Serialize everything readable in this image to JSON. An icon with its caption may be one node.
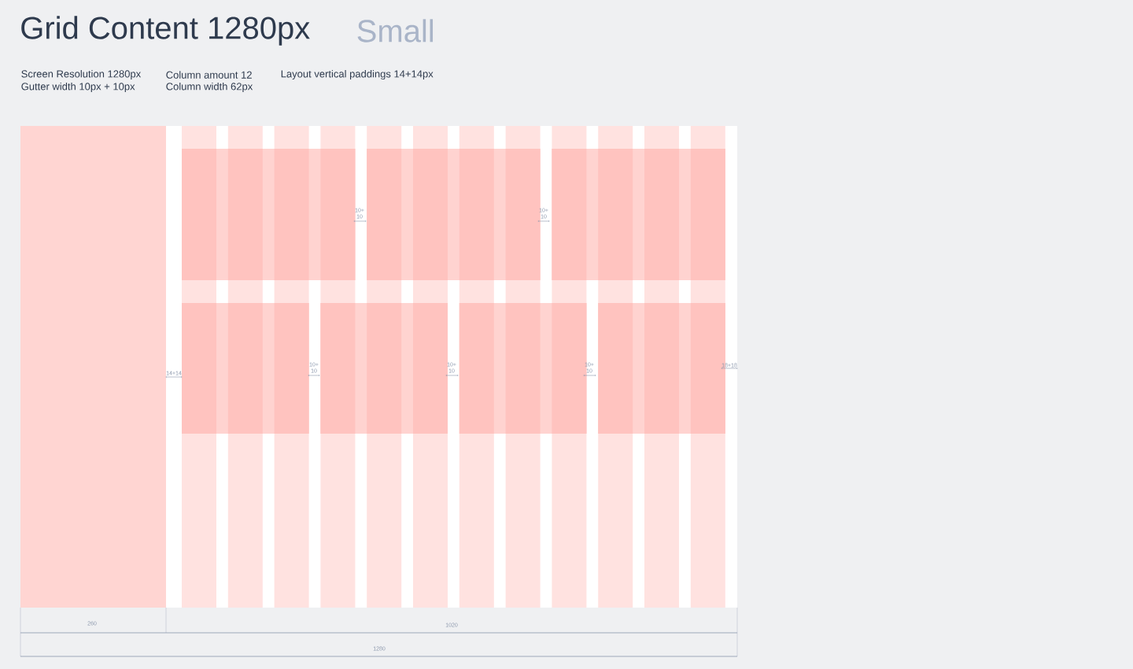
{
  "diagram": {
    "title": "Grid Content 1280px",
    "labels": [
      "Small",
      "Screen Resolution 1280px",
      "Gutter width 10px + 10px",
      "Column amount 12",
      "Column width 62px",
      "Layout vertical paddings 14+14px",
      "10+ 10",
      "10+ 10",
      "14+14",
      "10+ 10",
      "10+ 10",
      "10+ 10",
      "18+18",
      "260",
      "1020",
      "1280"
    ]
  }
}
